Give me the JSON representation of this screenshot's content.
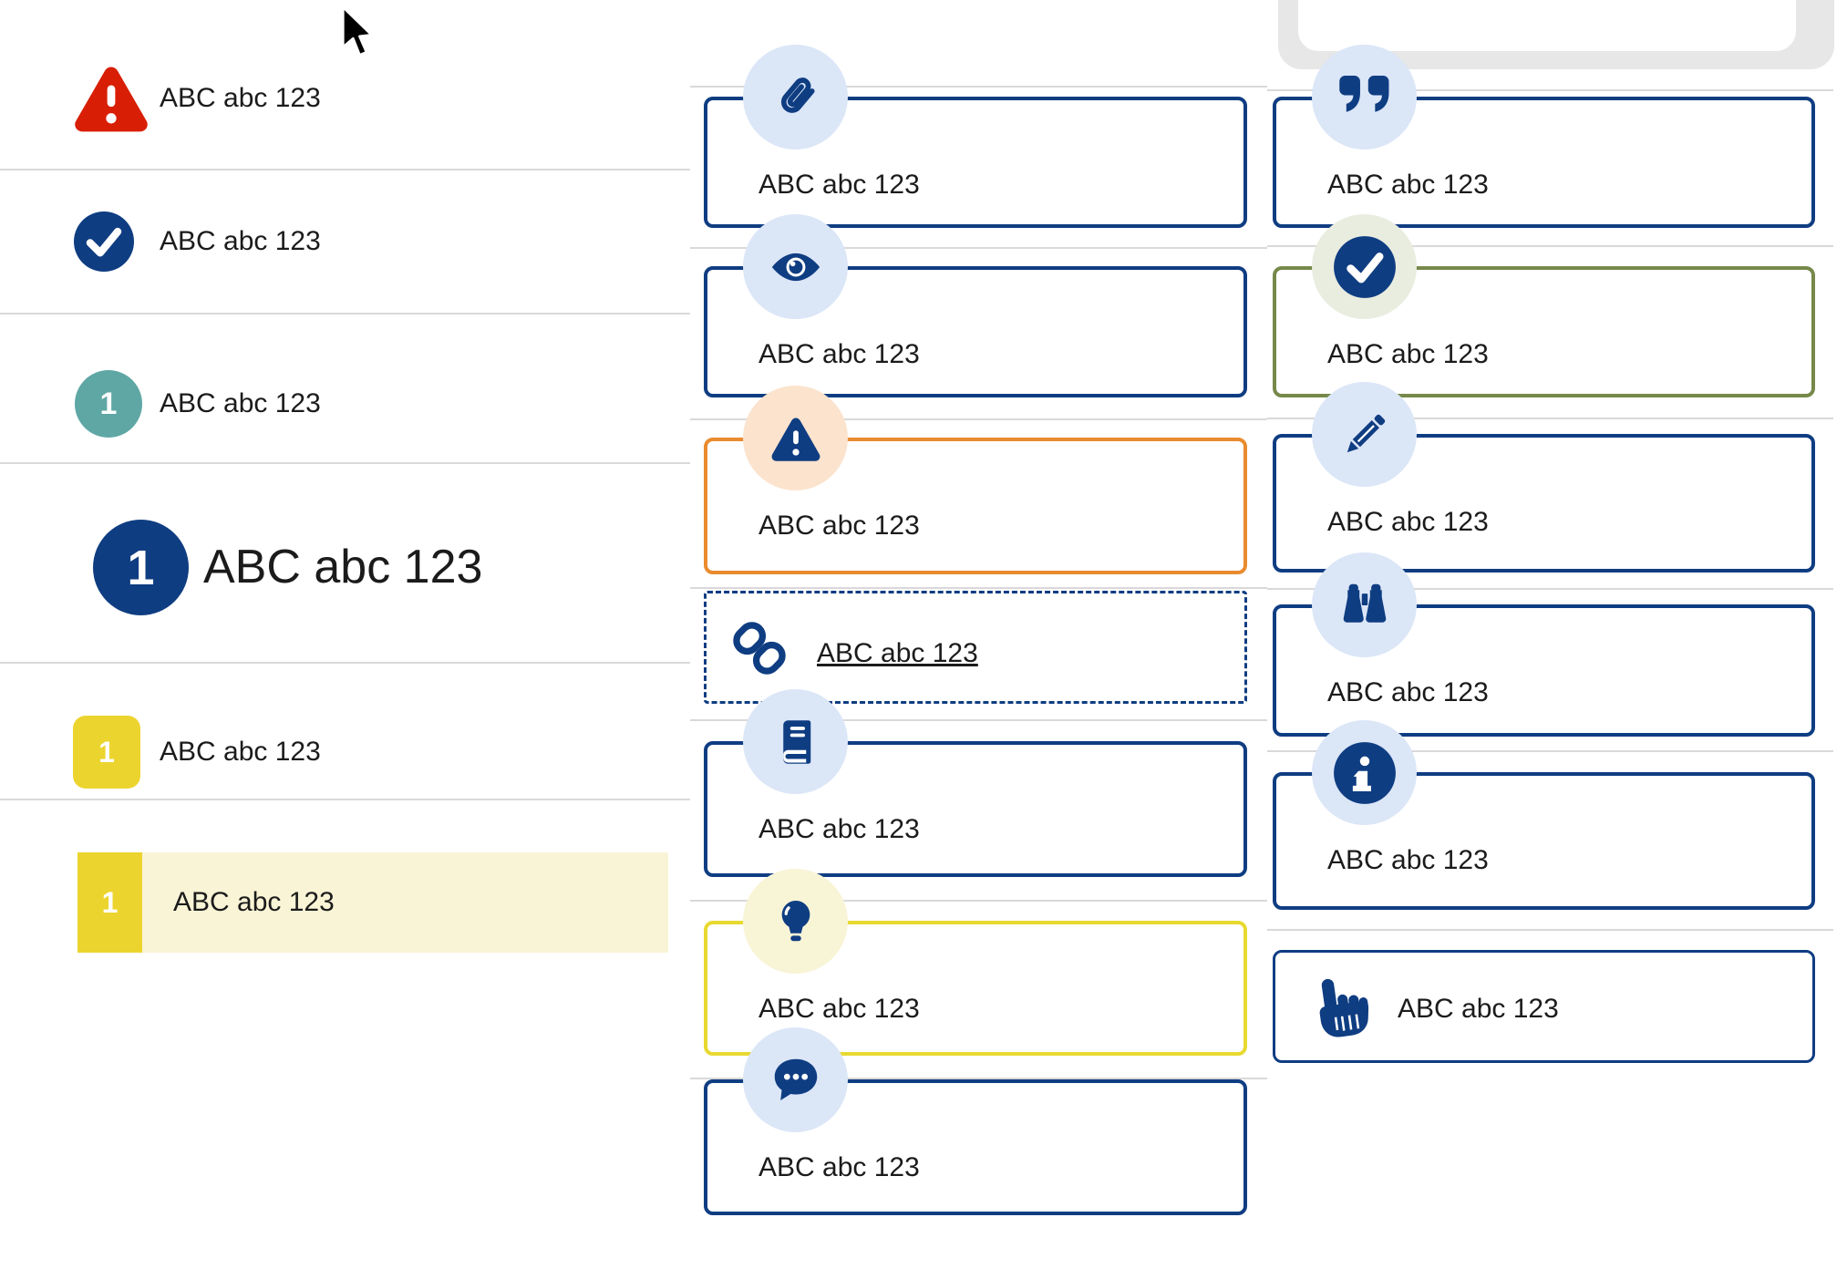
{
  "colors": {
    "navy": "#0f3d82",
    "light_blue": "#dbe6f7",
    "red": "#d81e05",
    "teal": "#5fa7a5",
    "yellow_badge": "#ecd42e",
    "pale_yellow_highlight": "#faf4d6",
    "orange": "#e98b2e",
    "pale_orange": "#fbe3cd",
    "olive": "#76894a",
    "pale_green": "#e9ede0",
    "yellow_border": "#e8d930",
    "divider": "#d9d9d9",
    "text": "#1b1b1b"
  },
  "cursor": {
    "icon": "arrow-cursor"
  },
  "left_list": {
    "items": [
      {
        "icon": "alert-triangle-icon",
        "label": "ABC abc 123"
      },
      {
        "icon": "check-circle-icon",
        "label": "ABC abc 123"
      },
      {
        "icon": "step-badge-teal",
        "number": "1",
        "label": "ABC abc 123"
      },
      {
        "icon": "step-circle-navy",
        "number": "1",
        "label": "ABC abc 123",
        "style": "heading"
      },
      {
        "icon": "step-badge-yellow",
        "number": "1",
        "label": "ABC abc 123"
      },
      {
        "icon": "step-badge-yellow",
        "number": "1",
        "label": "ABC abc 123",
        "style": "highlighted"
      }
    ]
  },
  "middle_callouts": {
    "items": [
      {
        "icon": "paperclip-icon",
        "label": "ABC abc 123",
        "variant": "navy"
      },
      {
        "icon": "eye-icon",
        "label": "ABC abc 123",
        "variant": "navy"
      },
      {
        "icon": "alert-triangle-icon",
        "label": "ABC abc 123",
        "variant": "orange"
      },
      {
        "icon": "link-icon",
        "label": "ABC abc 123",
        "variant": "dashed-link"
      },
      {
        "icon": "book-icon",
        "label": "ABC abc 123",
        "variant": "navy"
      },
      {
        "icon": "lightbulb-icon",
        "label": "ABC abc 123",
        "variant": "yellow"
      },
      {
        "icon": "chat-icon",
        "label": "ABC abc 123",
        "variant": "navy"
      }
    ]
  },
  "right_callouts": {
    "items": [
      {
        "icon": "quote-icon",
        "label": "ABC abc 123",
        "variant": "navy"
      },
      {
        "icon": "check-circle-icon",
        "label": "ABC abc 123",
        "variant": "green"
      },
      {
        "icon": "pencil-icon",
        "label": "ABC abc 123",
        "variant": "navy"
      },
      {
        "icon": "binoculars-icon",
        "label": "ABC abc 123",
        "variant": "navy"
      },
      {
        "icon": "info-circle-icon",
        "label": "ABC abc 123",
        "variant": "navy"
      },
      {
        "icon": "hand-point-up-icon",
        "label": "ABC abc 123",
        "variant": "navy-cta"
      }
    ]
  }
}
